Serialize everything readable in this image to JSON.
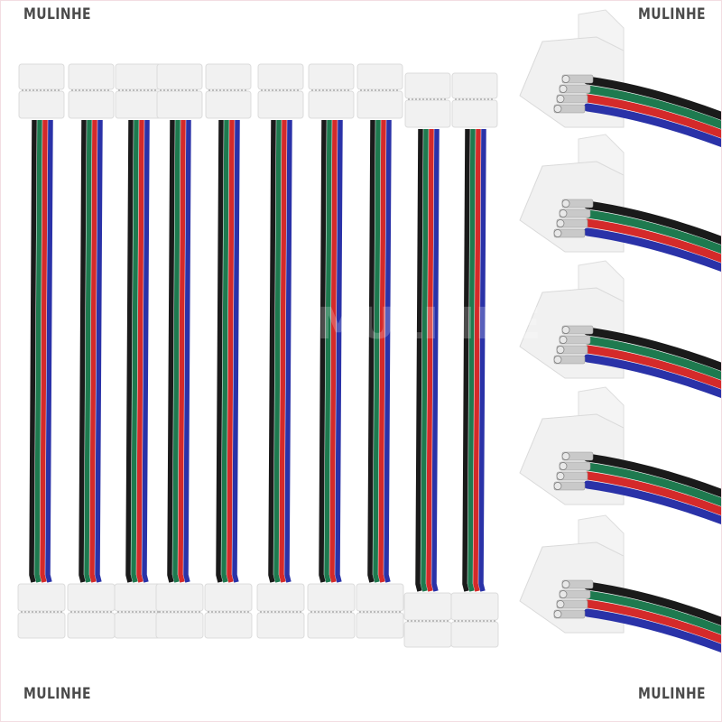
{
  "image": {
    "description": "Product photo: ten 4-pin RGB LED strip connector cables with clip connectors on both ends, plus five close-up views of the clip connectors on the right",
    "watermark_text": "MULINHE",
    "watermarks": {
      "top_left": "MULINHE",
      "top_right": "MULINHE",
      "bottom_left": "MULINHE",
      "bottom_right": "MULINHE"
    },
    "wire_colors": {
      "black": "#1a1a1a",
      "green": "#1e7a4f",
      "red": "#d42a2a",
      "blue": "#2a32a8"
    },
    "connector_color": "#f1f1f1",
    "background": "#ffffff",
    "cable_count": 10,
    "closeup_count": 5,
    "cables_x": [
      45,
      100,
      152,
      198,
      252,
      310,
      366,
      420,
      473,
      525
    ]
  }
}
